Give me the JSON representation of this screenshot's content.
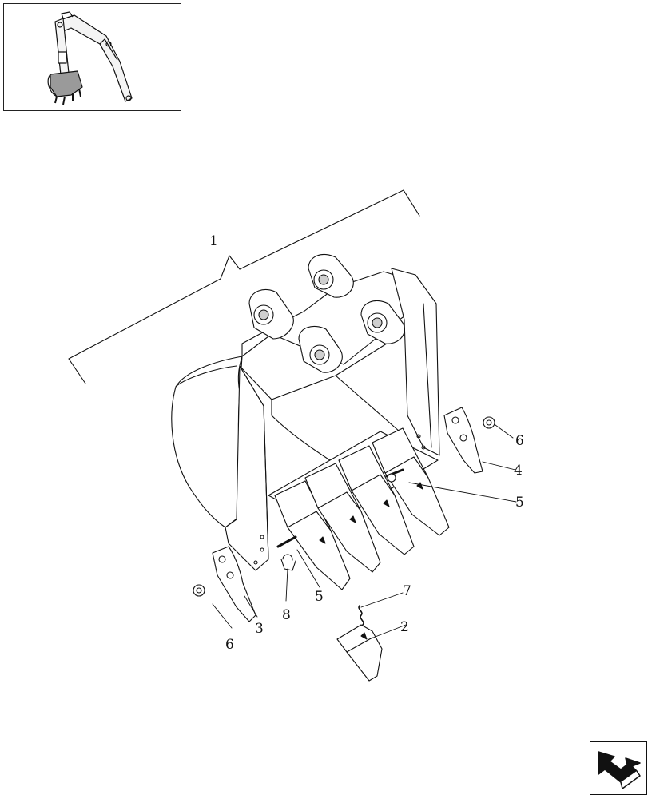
{
  "diagram": {
    "callouts": [
      {
        "id": "c1",
        "text": "1"
      },
      {
        "id": "c2",
        "text": "2"
      },
      {
        "id": "c3",
        "text": "3"
      },
      {
        "id": "c4",
        "text": "4"
      },
      {
        "id": "c5a",
        "text": "5"
      },
      {
        "id": "c5b",
        "text": "5"
      },
      {
        "id": "c6a",
        "text": "6"
      },
      {
        "id": "c6b",
        "text": "6"
      },
      {
        "id": "c7",
        "text": "7"
      },
      {
        "id": "c8",
        "text": "8"
      }
    ]
  },
  "thumbnail": {
    "icon": "excavator-locator-icon"
  },
  "navigation": {
    "icon": "next-page-arrow-icon"
  },
  "colors": {
    "line": "#111111",
    "shade": "#cfcfcf",
    "background": "#ffffff"
  }
}
